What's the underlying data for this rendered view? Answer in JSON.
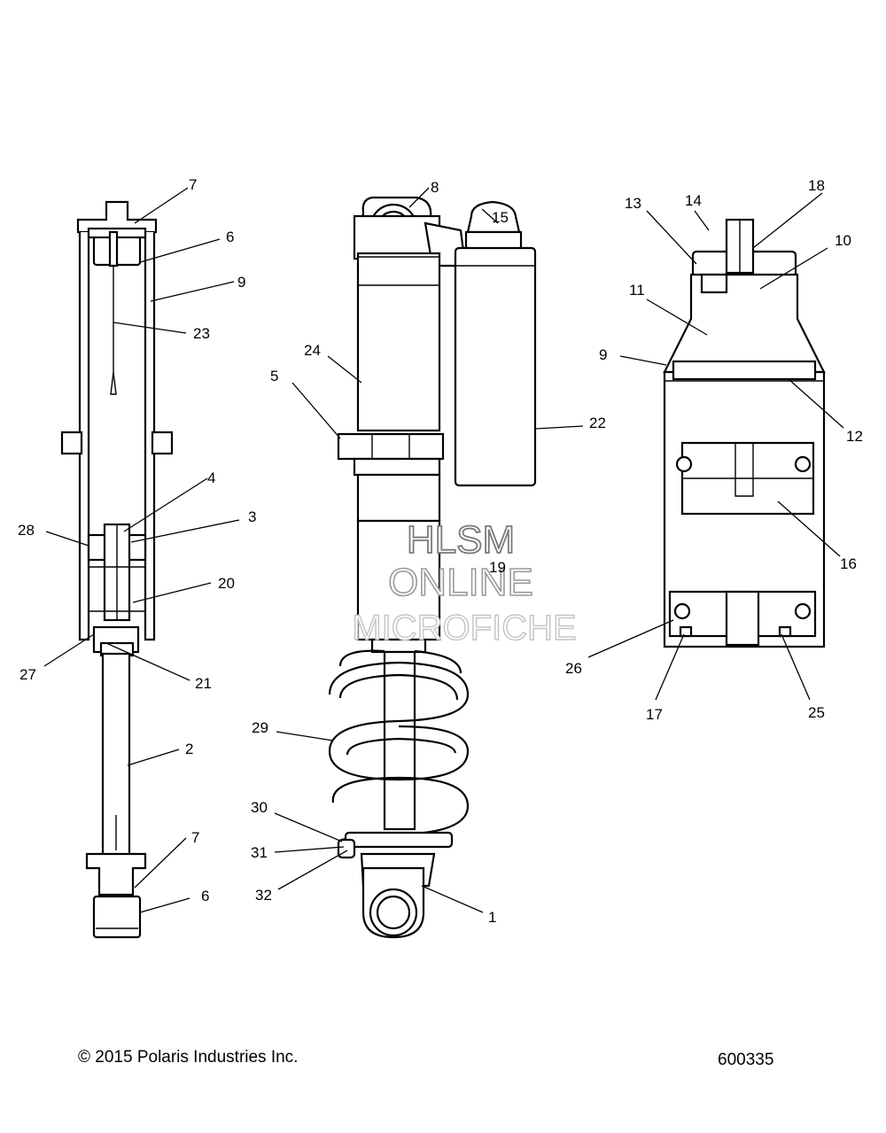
{
  "callouts": {
    "c7a": "7",
    "c6a": "6",
    "c9a": "9",
    "c23": "23",
    "c4": "4",
    "c3": "3",
    "c28": "28",
    "c20": "20",
    "c27": "27",
    "c21": "21",
    "c2": "2",
    "c7b": "7",
    "c6b": "6",
    "c8": "8",
    "c15": "15",
    "c24": "24",
    "c5": "5",
    "c22": "22",
    "c19": "19",
    "c29": "29",
    "c30": "30",
    "c31": "31",
    "c32": "32",
    "c1": "1",
    "c13": "13",
    "c14": "14",
    "c18": "18",
    "c10": "10",
    "c11": "11",
    "c9b": "9",
    "c12": "12",
    "c16": "16",
    "c26": "26",
    "c17": "17",
    "c25": "25"
  },
  "watermark": {
    "line1": "HLSM",
    "line2": "ONLINE",
    "line3": "MICROFICHE"
  },
  "footer": {
    "copyright": "© 2015 Polaris Industries Inc.",
    "figure_id": "600335"
  }
}
